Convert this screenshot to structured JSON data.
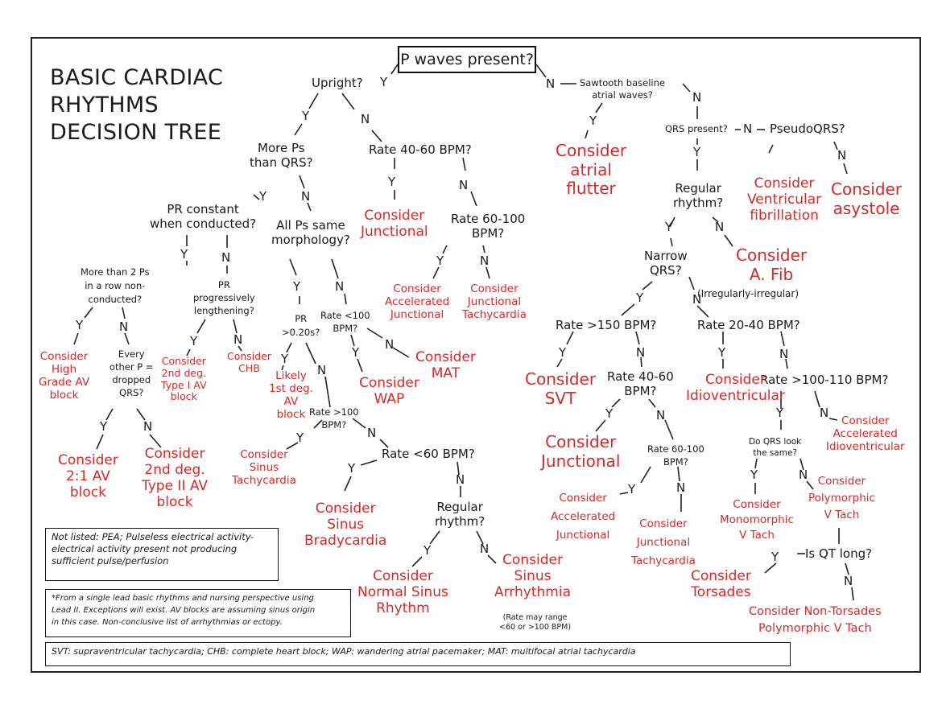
{
  "title_lines": [
    "BASIC CARDIAC",
    "RHYTHMS",
    "DECISION TREE"
  ],
  "root": "P waves present?",
  "q": {
    "upright": "Upright?",
    "sawtooth": "Sawtooth baseline\natrial waves?",
    "more_ps": "More Ps\nthan QRS?",
    "rate_40_60_left": "Rate 40-60 BPM?",
    "qrs_present": "QRS present?",
    "pseudo_qrs": "PseudoQRS?",
    "pr_constant": "PR constant\nwhen conducted?",
    "all_ps_same": "All Ps same\nmorphology?",
    "rate_60_100_left": "Rate 60-100\nBPM?",
    "regular_rhythm_right": "Regular\nrhythm?",
    "more_than_2ps": "More than 2 Ps\nin a row non-\nconducted?",
    "pr_lengthening": "PR\nprogressively\nlengthening?",
    "pr_020": "PR\n>0.20s?",
    "rate_lt100": "Rate <100\nBPM?",
    "narrow_qrs": "Narrow\nQRS?",
    "every_other_p": "Every\nother P =\ndropped\nQRS?",
    "rate_gt150": "Rate >150 BPM?",
    "rate_20_40": "Rate 20-40 BPM?",
    "rate_40_60_right": "Rate 40-60\nBPM?",
    "rate_gt100_110": "Rate >100-110 BPM?",
    "rate_gt100": "Rate >100\nBPM?",
    "rate_lt60": "Rate <60 BPM?",
    "rate_60_100_right": "Rate 60-100\nBPM?",
    "do_qrs_look_same": "Do QRS look\nthe same?",
    "regular_rhythm_bottom": "Regular\nrhythm?",
    "is_qt_long": "Is QT long?"
  },
  "outcomes": {
    "atrial_flutter": "Consider\natrial\nflutter",
    "v_fib": "Consider\nVentricular\nfibrillation",
    "asystole": "Consider\nasystole",
    "junctional_left": "Consider\nJunctional",
    "accel_junctional_left": "Consider\nAccelerated\nJunctional",
    "junctional_tachy_left": "Consider\nJunctional\nTachycardia",
    "afib": "Consider\nA. Fib",
    "afib_note": "(Irregularly-irregular)",
    "high_grade_av": "Consider\nHigh\nGrade AV\nblock",
    "second_deg_type1": "Consider\n2nd deg.\nType I AV\nblock",
    "chb": "Consider\nCHB",
    "first_deg": "Likely\n1st deg.\nAV\nblock",
    "wap": "Consider\nWAP",
    "mat": "Consider\nMAT",
    "svt": "Consider\nSVT",
    "idioventricular": "Consider\nIdioventricular",
    "two_to_one": "Consider\n2:1 AV\nblock",
    "second_deg_type2": "Consider\n2nd deg.\nType II AV\nblock",
    "sinus_tachy": "Consider\nSinus\nTachycardia",
    "junctional_right": "Consider\nJunctional",
    "accel_idioventricular": "Consider\nAccelerated\nIdioventricular",
    "sinus_brady": "Consider\nSinus\nBradycardia",
    "accel_junctional_right": "Consider\nAccelerated\nJunctional",
    "junctional_tachy_right": "Consider\nJunctional\nTachycardia",
    "monomorphic_vt": "Consider\nMonomorphic\nV Tach",
    "polymorphic_vt": "Consider\nPolymorphic\nV Tach",
    "torsades": "Consider\nTorsades",
    "normal_sinus": "Consider\nNormal Sinus\nRhythm",
    "sinus_arrhythmia": "Consider\nSinus\nArrhythmia",
    "sinus_arrhythmia_note": "(Rate may range\n<60 or >100 BPM)",
    "non_torsades": "Consider Non-Torsades\nPolymorphic V Tach"
  },
  "notes": {
    "not_listed": "Not listed: PEA; Pulseless electrical activity-\nelectrical activity present not producing\nsufficient pulse/perfusion",
    "disclaimer": "*From a single lead basic rhythms and nursing perspective using\nLead II. Exceptions will exist. AV blocks are assuming sinus origin\nin this case. Non-conclusive list of arrhythmias or ectopy.",
    "abbreviations": "SVT: supraventricular tachycardia; CHB: complete heart block; WAP: wandering atrial pacemaker; MAT: multifocal atrial tachycardia"
  },
  "yn": {
    "yes": "Y",
    "no": "N"
  }
}
